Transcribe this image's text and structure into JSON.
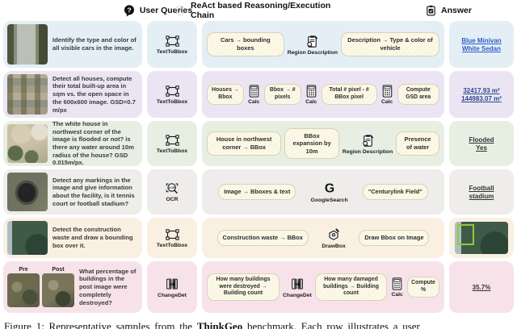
{
  "header": {
    "user_queries": "User Queries",
    "react_chain": "ReAct based Reasoning/Execution Chain",
    "answer": "Answer"
  },
  "colors": {
    "row_blue": "#e4eef5",
    "row_lavender": "#ebe5f3",
    "row_green": "#e6efe2",
    "row_gray": "#eeedeb",
    "row_peach": "#faf0e2",
    "row_pink": "#f7e2ea",
    "chain_box_bg": "#fcf8e6",
    "answer_blue": "#2d5fc7",
    "answer_navy": "#2c4a8c",
    "answer_dark": "#333333",
    "bbox_green": "#8fc93a"
  },
  "rows": [
    {
      "color": "#e4eef5",
      "thumb": "road",
      "query": "Identify the type and color of all visible cars in the image.",
      "tool": {
        "label": "TextToBbox",
        "icon": "texttobbox-icon"
      },
      "chain": [
        {
          "box": "Cars → bounding boxes"
        },
        {
          "tool": "Region Description",
          "icon": "region-description-icon"
        },
        {
          "box": "Description → Type & color of vehicle"
        }
      ],
      "answer": {
        "lines": [
          "Blue Minivan",
          "White Sedan"
        ],
        "color": "#2d5fc7"
      }
    },
    {
      "color": "#ebe5f3",
      "thumb": "houses",
      "query": "Detect all houses, compute their total built-up area in sqm vs. the open space in the 600x600 image. GSD=0.7 m/px",
      "tool": {
        "label": "TextToBbox",
        "icon": "texttobbox-icon"
      },
      "chain": [
        {
          "box": "Houses → Bbox"
        },
        {
          "tool": "Calc",
          "icon": "calc-icon"
        },
        {
          "box": "Bbox → # pixels"
        },
        {
          "tool": "Calc",
          "icon": "calc-icon"
        },
        {
          "box": "Total # pixel - # BBox pixel"
        },
        {
          "tool": "Calc",
          "icon": "calc-icon"
        },
        {
          "box": "Compute GSD area"
        }
      ],
      "answer": {
        "lines": [
          "32417.93 m²",
          "144983.07 m²"
        ],
        "color": "#2c4a8c"
      }
    },
    {
      "color": "#e6efe2",
      "thumb": "neigh",
      "query": "The white house in northwest corner of the image is flooded or not? is there any water around 10m radius of the house? GSD 0.015m/px.",
      "tool": {
        "label": "TextToBbox",
        "icon": "texttobbox-icon"
      },
      "chain": [
        {
          "box": "House in northwest corner → BBox"
        },
        {
          "box": "BBox expansion by 10m"
        },
        {
          "tool": "Region Description",
          "icon": "region-description-icon"
        },
        {
          "box": "Presence of water"
        }
      ],
      "answer": {
        "lines": [
          "Flooded",
          "Yes"
        ],
        "color": "#333333"
      }
    },
    {
      "color": "#eeedeb",
      "thumb": "stadium",
      "query": "Detect any markings in the image and give information about the facility, is it tennis court or football stadium?",
      "tool": {
        "label": "OCR",
        "icon": "ocr-icon"
      },
      "chain": [
        {
          "box": "Image → Bboxes & text"
        },
        {
          "tool": "GoogleSearch",
          "icon": "googlesearch-icon"
        },
        {
          "box": "\"Centurylink Field\""
        }
      ],
      "answer": {
        "lines": [
          "Football",
          "stadium"
        ],
        "color": "#333333"
      }
    },
    {
      "color": "#faf0e2",
      "thumb": "field",
      "query": "Detect the construction waste and draw a bounding box over it.",
      "tool": {
        "label": "TextToBbox",
        "icon": "texttobbox-icon"
      },
      "chain": [
        {
          "box": "Construction waste → BBox"
        },
        {
          "tool": "DrawBox",
          "icon": "drawbox-icon"
        },
        {
          "box": "Draw Bbox on Image"
        }
      ],
      "answer": {
        "image": true
      }
    },
    {
      "color": "#f7e2ea",
      "thumb": "prepost",
      "pre_label": "Pre",
      "post_label": "Post",
      "query": "What percentage of buildings in the post image were completely destroyed?",
      "tool": {
        "label": "ChangeDet",
        "icon": "changedet-icon"
      },
      "chain": [
        {
          "box": "How many buildings were destroyed → Building count"
        },
        {
          "tool": "ChangeDet",
          "icon": "changedet-icon"
        },
        {
          "box": "How many damaged buildings → Building count"
        },
        {
          "tool": "Calc",
          "icon": "calc-icon"
        },
        {
          "box": "Compute %"
        }
      ],
      "answer": {
        "lines": [
          "35.7%"
        ],
        "color": "#333333"
      }
    }
  ],
  "caption": {
    "prefix": "Figure 1:  Representative samples from the ",
    "highlight": "ThinkGeo",
    "suffix": " benchmark.  Each row illustrates a user"
  }
}
